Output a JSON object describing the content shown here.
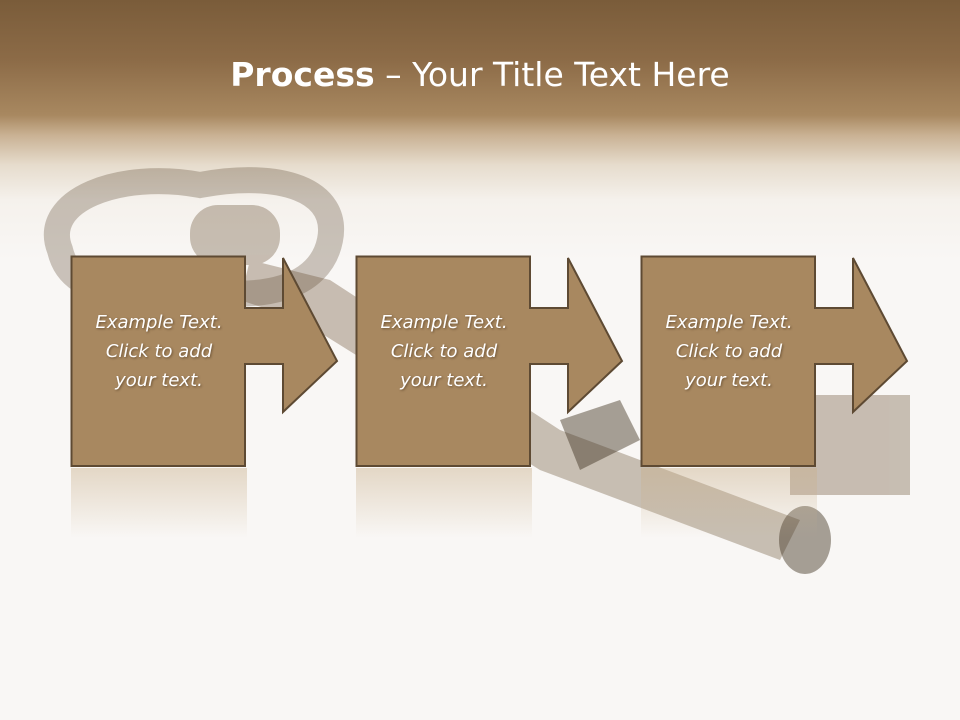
{
  "title": {
    "bold": "Process",
    "rest": " – Your Title Text Here"
  },
  "steps": [
    {
      "line1": "Example Text.",
      "line2": "Click  to add",
      "line3": "your text."
    },
    {
      "line1": "Example Text.",
      "line2": "Click  to add",
      "line3": "your text."
    },
    {
      "line1": "Example Text.",
      "line2": "Click  to add",
      "line3": "your text."
    }
  ],
  "colors": {
    "box": "#a88860",
    "border": "#5e4a33",
    "title": "#ffffff",
    "header": "#8c6b47"
  },
  "icons": [
    "key-image",
    "right-arrow-icon"
  ]
}
